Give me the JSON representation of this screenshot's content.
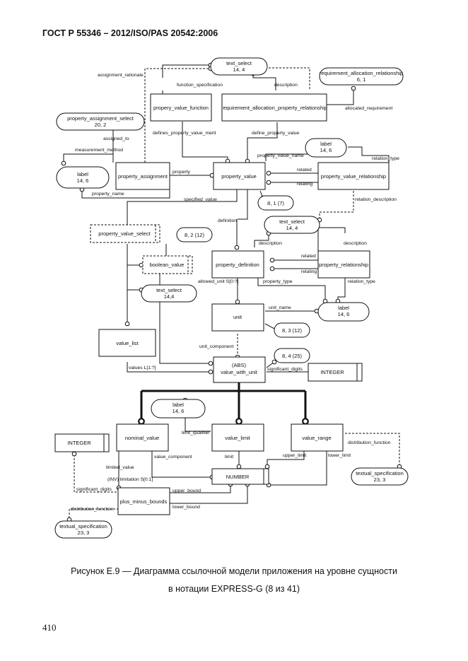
{
  "header": "ГОСТ Р 55346 – 2012/ISO/PAS 20542:2006",
  "caption_line1": "Рисунок Е.9 — Диаграмма ссылочной модели приложения на уровне сущности",
  "caption_line2": "в нотации EXPRESS-G (8 из 41)",
  "page_number": "410",
  "entities": {
    "property_value_function": "propery_value_function",
    "req_alloc_prop_rel": "requirement_allocation_property_relationship",
    "property_assignment": "property_assignment",
    "property_value": "property_value",
    "property_value_relationship": "property_value_relationship",
    "property_definition": "property_definition",
    "property_relationship": "property_relationship",
    "unit": "unit",
    "value_list": "value_list",
    "value_with_unit_1": "(ABS)",
    "value_with_unit_2": "value_with_unit",
    "nominal_value": "nominal_value",
    "value_limit": "value_limit",
    "value_range": "value_range",
    "plus_minus_bounds": "plus_minus_bounds"
  },
  "types": {
    "property_value_select": "property_value_select",
    "boolean_value": "boolean_value",
    "integer1": "INTEGER",
    "integer2": "INTEGER",
    "number": "NUMBER"
  },
  "refs": {
    "text_select_top": [
      "text_select",
      "14, 4"
    ],
    "req_alloc_rel": [
      "requirement_allocation_relationship",
      "6, 1"
    ],
    "prop_assign_select": [
      "property_assignment_select",
      "20, 2"
    ],
    "label_left": [
      "label",
      "14, 6"
    ],
    "label_mid": [
      "label",
      "14, 6"
    ],
    "text_select_mid": [
      "text_select",
      "14, 4"
    ],
    "text_select_left": [
      "text_select",
      "14,4"
    ],
    "label_right": [
      "label",
      "14, 6"
    ],
    "label_bottom": [
      "label",
      "14, 6"
    ],
    "textual_spec_right": [
      "textual_specification",
      "23, 3"
    ],
    "textual_spec_left": [
      "textual_specification",
      "23, 3"
    ]
  },
  "pages": {
    "p81": "8, 1 (7)",
    "p82": "8, 2 (12)",
    "p83": "8, 3 (12)",
    "p84": "8, 4 (25)"
  },
  "labels": {
    "assignment_rationale": "assignment_rationale",
    "function_specification": "function_specification",
    "description_top": "description",
    "allocated_requirement": "allocated_requirement",
    "assigned_to": "assigned_to",
    "measurement_method": "measurement_method",
    "defines_property_value_merit": "defines_property_value_merit",
    "define_property_value": "define_property_value",
    "property_value_name": "property_value_name",
    "relation_type_top": "relation_type",
    "property": "property",
    "related_top": "related",
    "relating_top": "relating",
    "property_name": "property_name",
    "specified_value": "specified_value",
    "relation_description": "relation_description",
    "definition": "definition",
    "description_mid1": "description",
    "description_mid2": "description",
    "related_mid": "related",
    "relating_mid": "relating",
    "allowed_unit": "allowed_unit S[0:?]",
    "property_type": "property_type",
    "relation_type_mid": "relation_type",
    "unit_name": "unit_name",
    "unit_component": "unit_component",
    "values": "values L[1:?]",
    "significant_digits": "significant_digits",
    "limit_qualifier": "limit_qualifier",
    "distribution_function_right": "distribution_function",
    "value_component": "value_component",
    "limit": "limit",
    "upper_limit": "upper_limit",
    "lower_limit": "lower_limit",
    "limited_value": "limited_value",
    "inv_limitation": "(INV) limitation S[0:1]",
    "significant_digits2": "significant_digits",
    "upper_bound": "upper_bound",
    "lower_bound": "lower_bound",
    "distribution_function_left": "distribution_function"
  }
}
